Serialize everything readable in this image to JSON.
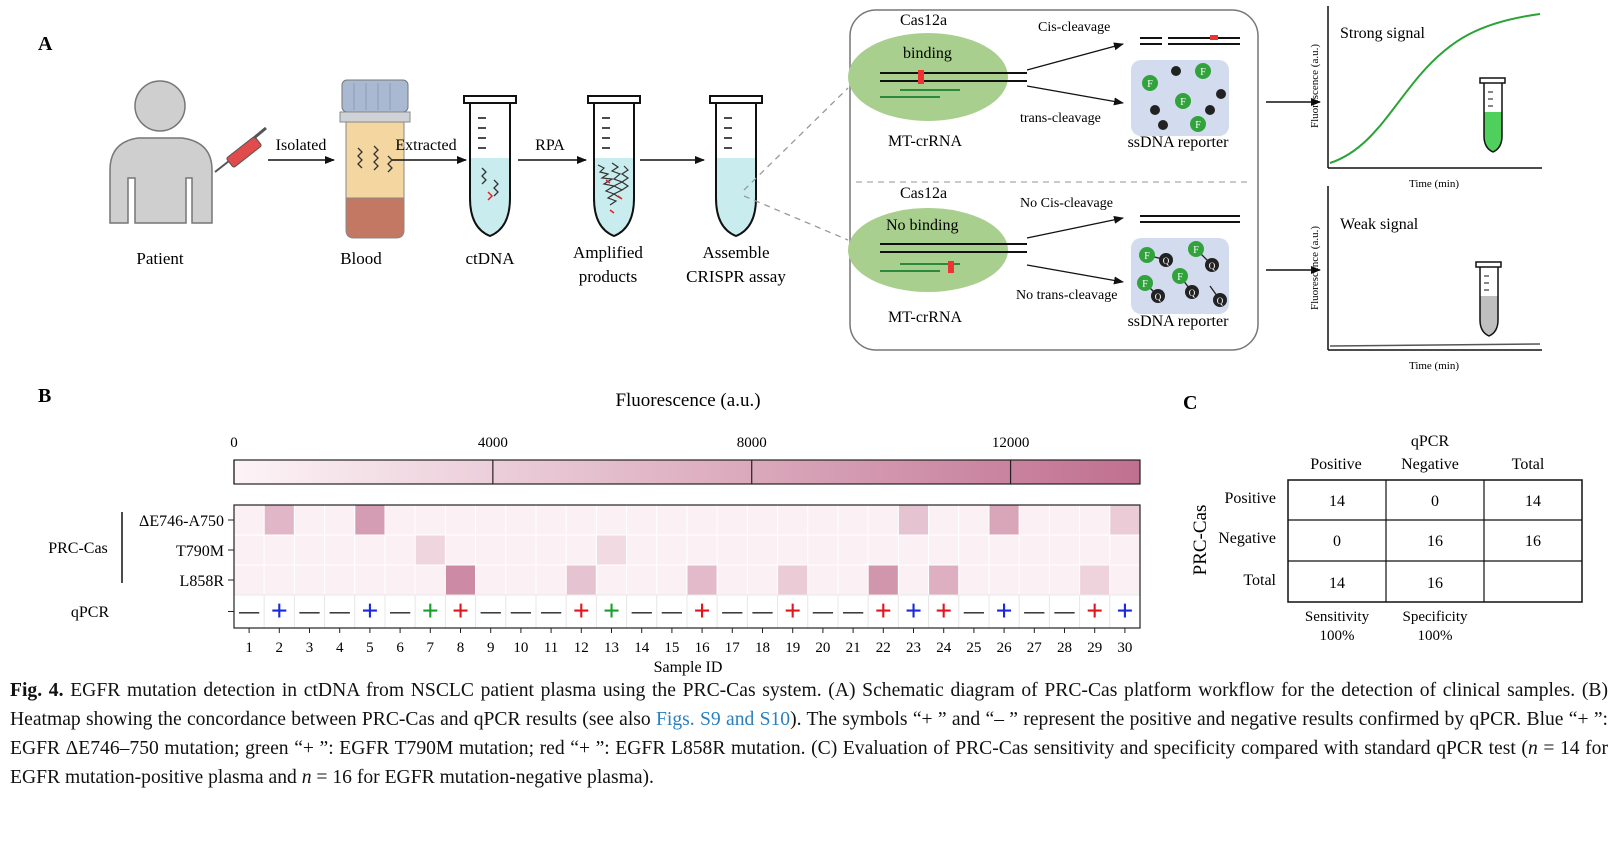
{
  "panel_a": {
    "letter": "A",
    "steps": [
      {
        "label": "Patient"
      },
      {
        "label": "Blood"
      },
      {
        "label": "ctDNA"
      },
      {
        "label": "Amplified",
        "label2": "products"
      },
      {
        "label": "Assemble",
        "label2": "CRISPR assay"
      }
    ],
    "arrows": [
      "Isolated",
      "Extracted",
      "RPA"
    ],
    "upper_box": {
      "enzyme": "Cas12a",
      "binding": "binding",
      "crrna": "MT-crRNA",
      "cis": "Cis-cleavage",
      "trans": "trans-cleavage",
      "reporter": "ssDNA reporter"
    },
    "lower_box": {
      "enzyme": "Cas12a",
      "binding": "No binding",
      "crrna": "MT-crRNA",
      "cis": "No Cis-cleavage",
      "trans": "No trans-cleavage",
      "reporter": "ssDNA reporter"
    },
    "reporter_letters": {
      "f": "F",
      "q": "Q"
    },
    "plot_top": {
      "title": "Strong signal",
      "ylabel": "Fluorescence  (a.u.)",
      "xlabel": "Time (min)"
    },
    "plot_bottom": {
      "title": "Weak signal",
      "ylabel": "Fluorescence  (a.u.)",
      "xlabel": "Time (min)"
    }
  },
  "panel_b": {
    "letter": "B",
    "colorbar_title": "Fluorescence (a.u.)",
    "colorbar_ticks": [
      "0",
      "4000",
      "8000",
      "12000"
    ],
    "group_label": "PRC-Cas",
    "qpcr_label": "qPCR",
    "xlabel": "Sample ID",
    "rows": [
      "ΔE746-A750",
      "T790M",
      "L858R"
    ],
    "positive_symbol": "+",
    "negative_symbol": "—",
    "colors": {
      "ΔE746-A750": "#1a2ad6",
      "T790M": "#18a12c",
      "L858R": "#e3151c",
      "negative": "#222222"
    }
  },
  "chart_data": {
    "type": "heatmap",
    "title": "",
    "xlabel": "Sample ID",
    "ylabel": "",
    "colorbar_label": "Fluorescence (a.u.)",
    "colorbar_range": [
      0,
      14000
    ],
    "categories": [
      "1",
      "2",
      "3",
      "4",
      "5",
      "6",
      "7",
      "8",
      "9",
      "10",
      "11",
      "12",
      "13",
      "14",
      "15",
      "16",
      "17",
      "18",
      "19",
      "20",
      "21",
      "22",
      "23",
      "24",
      "25",
      "26",
      "27",
      "28",
      "29",
      "30"
    ],
    "series": [
      {
        "name": "ΔE746-A750",
        "values": [
          400,
          6500,
          400,
          400,
          9200,
          400,
          400,
          400,
          400,
          400,
          400,
          400,
          400,
          400,
          400,
          400,
          400,
          400,
          400,
          400,
          400,
          400,
          5200,
          400,
          400,
          8400,
          400,
          400,
          400,
          4400
        ]
      },
      {
        "name": "T790M",
        "values": [
          400,
          400,
          400,
          400,
          400,
          400,
          3300,
          400,
          400,
          400,
          400,
          400,
          2800,
          400,
          400,
          400,
          400,
          400,
          400,
          400,
          400,
          400,
          400,
          400,
          400,
          400,
          400,
          400,
          400,
          400
        ]
      },
      {
        "name": "L858R",
        "values": [
          400,
          400,
          400,
          400,
          400,
          400,
          400,
          11200,
          400,
          400,
          400,
          5200,
          400,
          400,
          400,
          6100,
          400,
          400,
          4400,
          400,
          400,
          10100,
          400,
          7300,
          400,
          400,
          400,
          400,
          3500,
          400
        ]
      }
    ],
    "qpcr": [
      "-",
      "ΔE746-A750",
      "-",
      "-",
      "ΔE746-A750",
      "-",
      "T790M",
      "L858R",
      "-",
      "-",
      "-",
      "L858R",
      "T790M",
      "-",
      "-",
      "L858R",
      "-",
      "-",
      "L858R",
      "-",
      "-",
      "L858R",
      "ΔE746-A750",
      "L858R",
      "-",
      "ΔE746-A750",
      "-",
      "-",
      "L858R",
      "ΔE746-A750"
    ]
  },
  "panel_c": {
    "letter": "C",
    "col_group": "qPCR",
    "row_group": "PRC-Cas",
    "col_headers": [
      "Positive",
      "Negative",
      "Total"
    ],
    "row_headers": [
      "Positive",
      "Negative",
      "Total"
    ],
    "cells": [
      [
        "14",
        "0",
        "14"
      ],
      [
        "0",
        "16",
        "16"
      ],
      [
        "14",
        "16",
        ""
      ]
    ],
    "sensitivity_label": "Sensitivity",
    "sensitivity_value": "100%",
    "specificity_label": "Specificity",
    "specificity_value": "100%"
  },
  "caption": {
    "label": "Fig. 4.",
    "part1": " EGFR mutation detection in ctDNA from NSCLC patient plasma using the PRC-Cas system. (A) Schematic diagram of PRC-Cas platform workflow for the detection of clinical samples. (B) Heatmap showing the concordance between PRC-Cas and qPCR results (see also ",
    "ref": "Figs. S9 and S10",
    "part2": "). The symbols “+ ” and “– ” represent the positive and negative results confirmed by qPCR. Blue “+ ”: EGFR ΔE746–750 mutation; green “+ ”: EGFR T790M mutation; red “+ ”: EGFR L858R mutation. (C) Evaluation of PRC-Cas sensitivity and specificity compared with standard qPCR test (",
    "n1": "n",
    "part3": " = 14 for EGFR mutation-positive plasma and ",
    "n2": "n",
    "part4": " = 16 for EGFR mutation-negative plasma)."
  }
}
